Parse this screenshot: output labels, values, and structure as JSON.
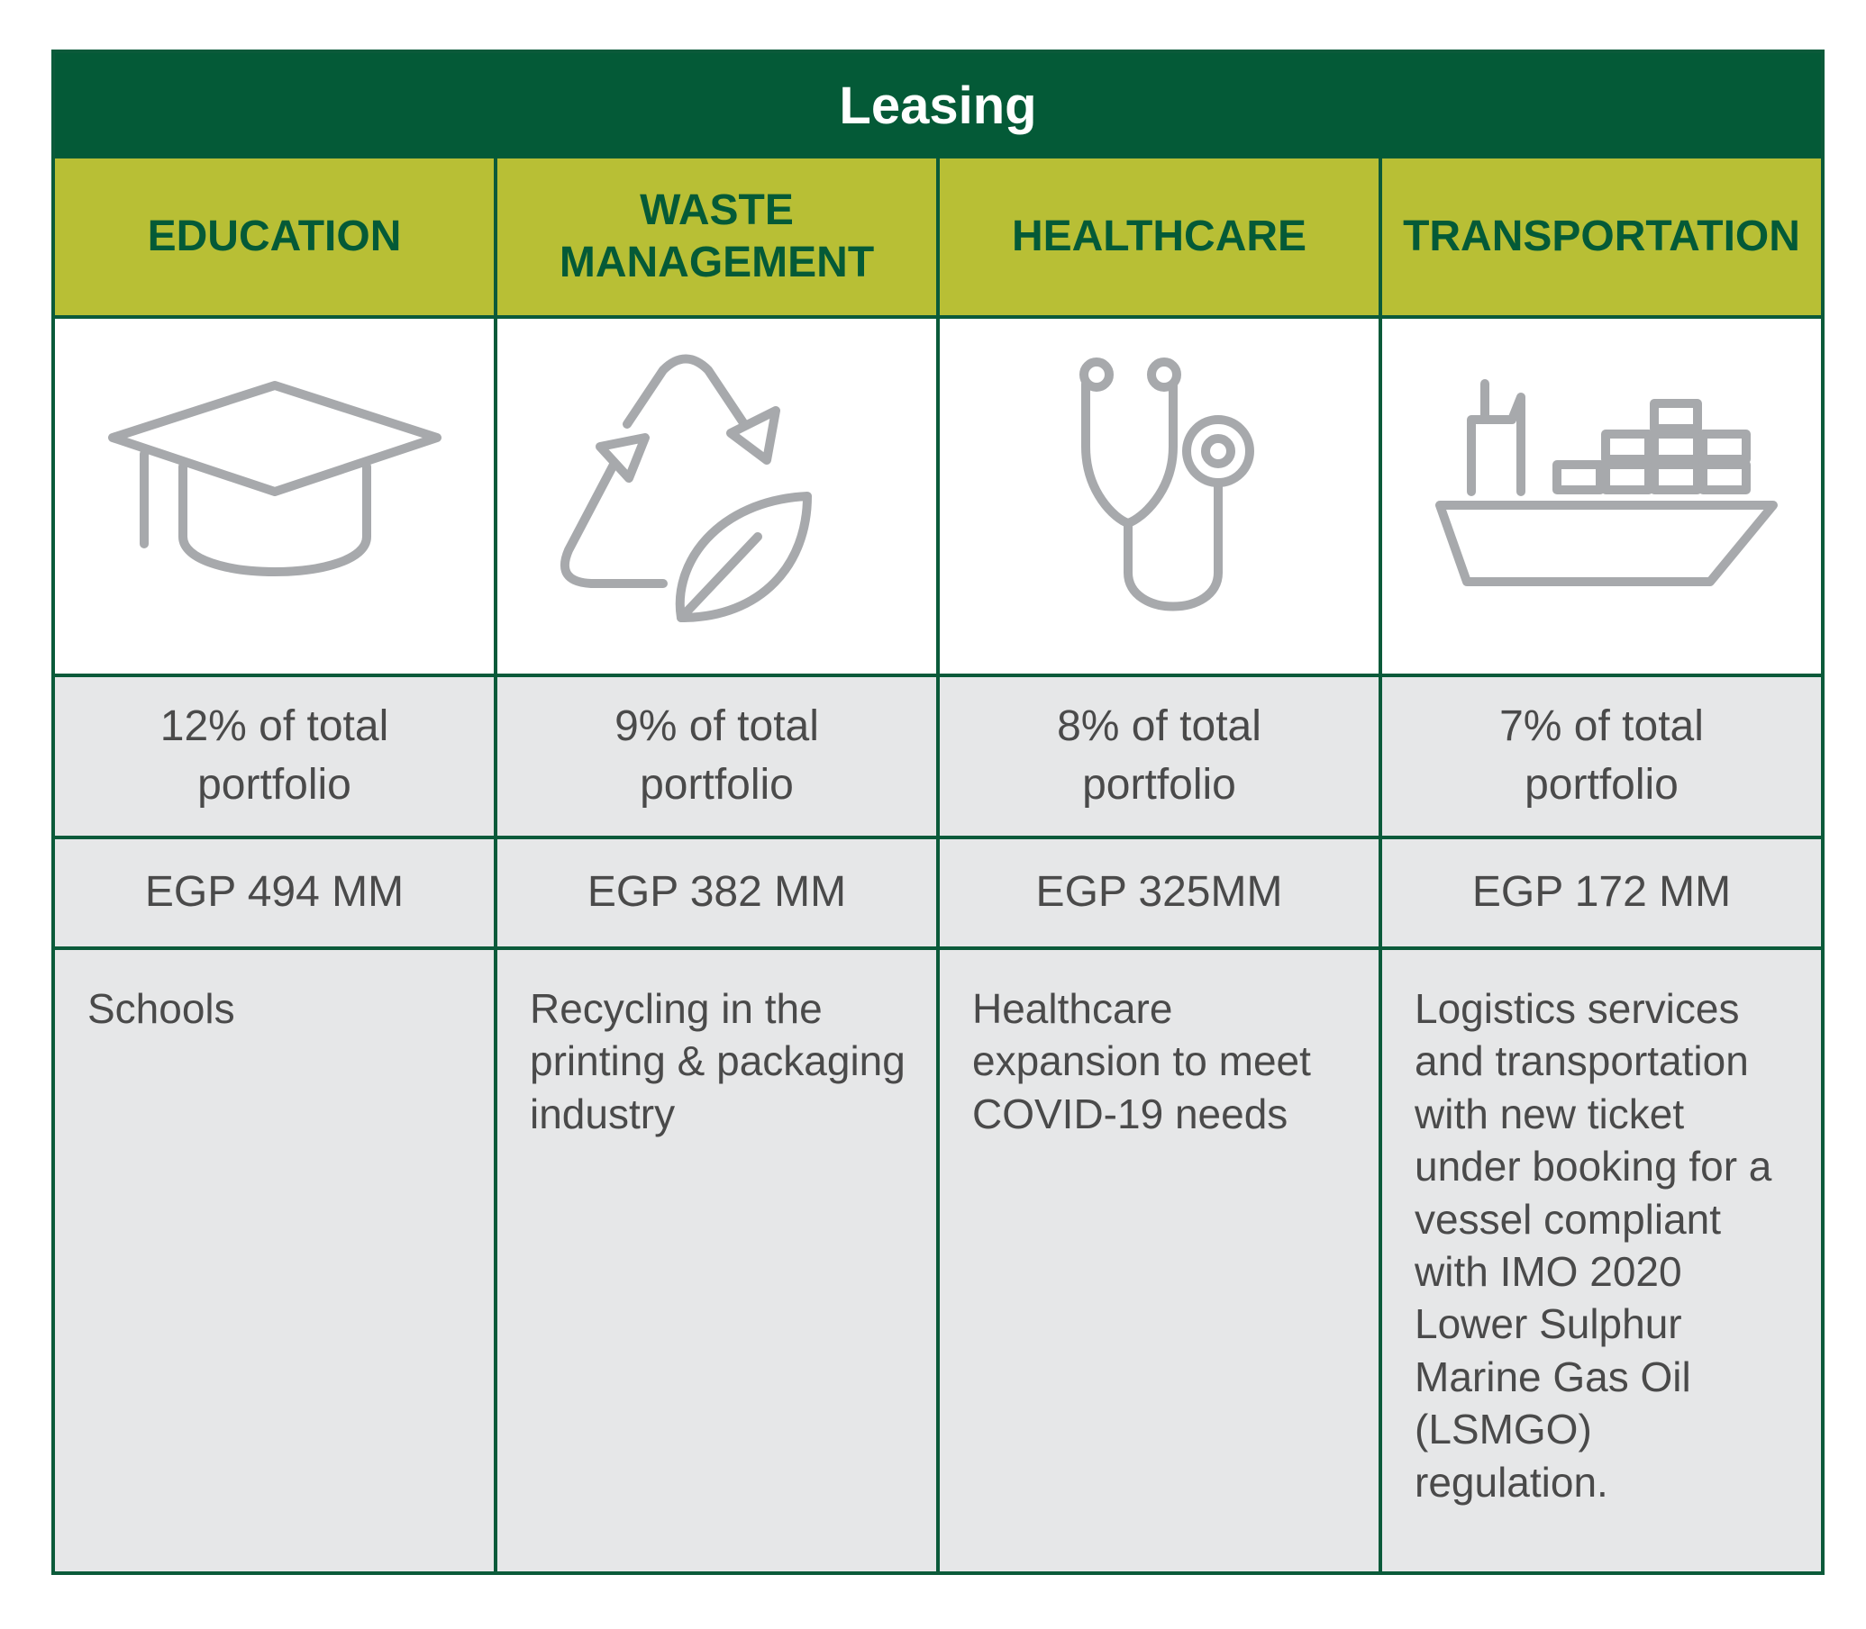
{
  "title": "Leasing",
  "columns": [
    {
      "header": "EDUCATION",
      "icon": "graduation-cap-icon",
      "share": "12% of total portfolio",
      "amount": "EGP 494 MM",
      "description": "Schools"
    },
    {
      "header": "WASTE MANAGEMENT",
      "icon": "recycle-leaf-icon",
      "share": "9% of total portfolio",
      "amount": "EGP 382 MM",
      "description": "Recycling in the printing & packaging industry"
    },
    {
      "header": "HEALTHCARE",
      "icon": "stethoscope-icon",
      "share": "8% of total portfolio",
      "amount": "EGP 325MM",
      "description": "Healthcare expansion to meet COVID-19 needs"
    },
    {
      "header": "TRANSPORTATION",
      "icon": "cargo-ship-icon",
      "share": "7% of total portfolio",
      "amount": "EGP 172 MM",
      "description": "Logistics services and transportation with new ticket under booking for a vessel compliant with IMO 2020 Lower Sulphur Marine Gas Oil (LSMGO) regulation."
    }
  ],
  "colors": {
    "title_bg": "#045a37",
    "header_bg": "#b8bf35",
    "header_text": "#045a37",
    "body_bg": "#e6e7e8",
    "icon_stroke": "#a7a9ac"
  }
}
